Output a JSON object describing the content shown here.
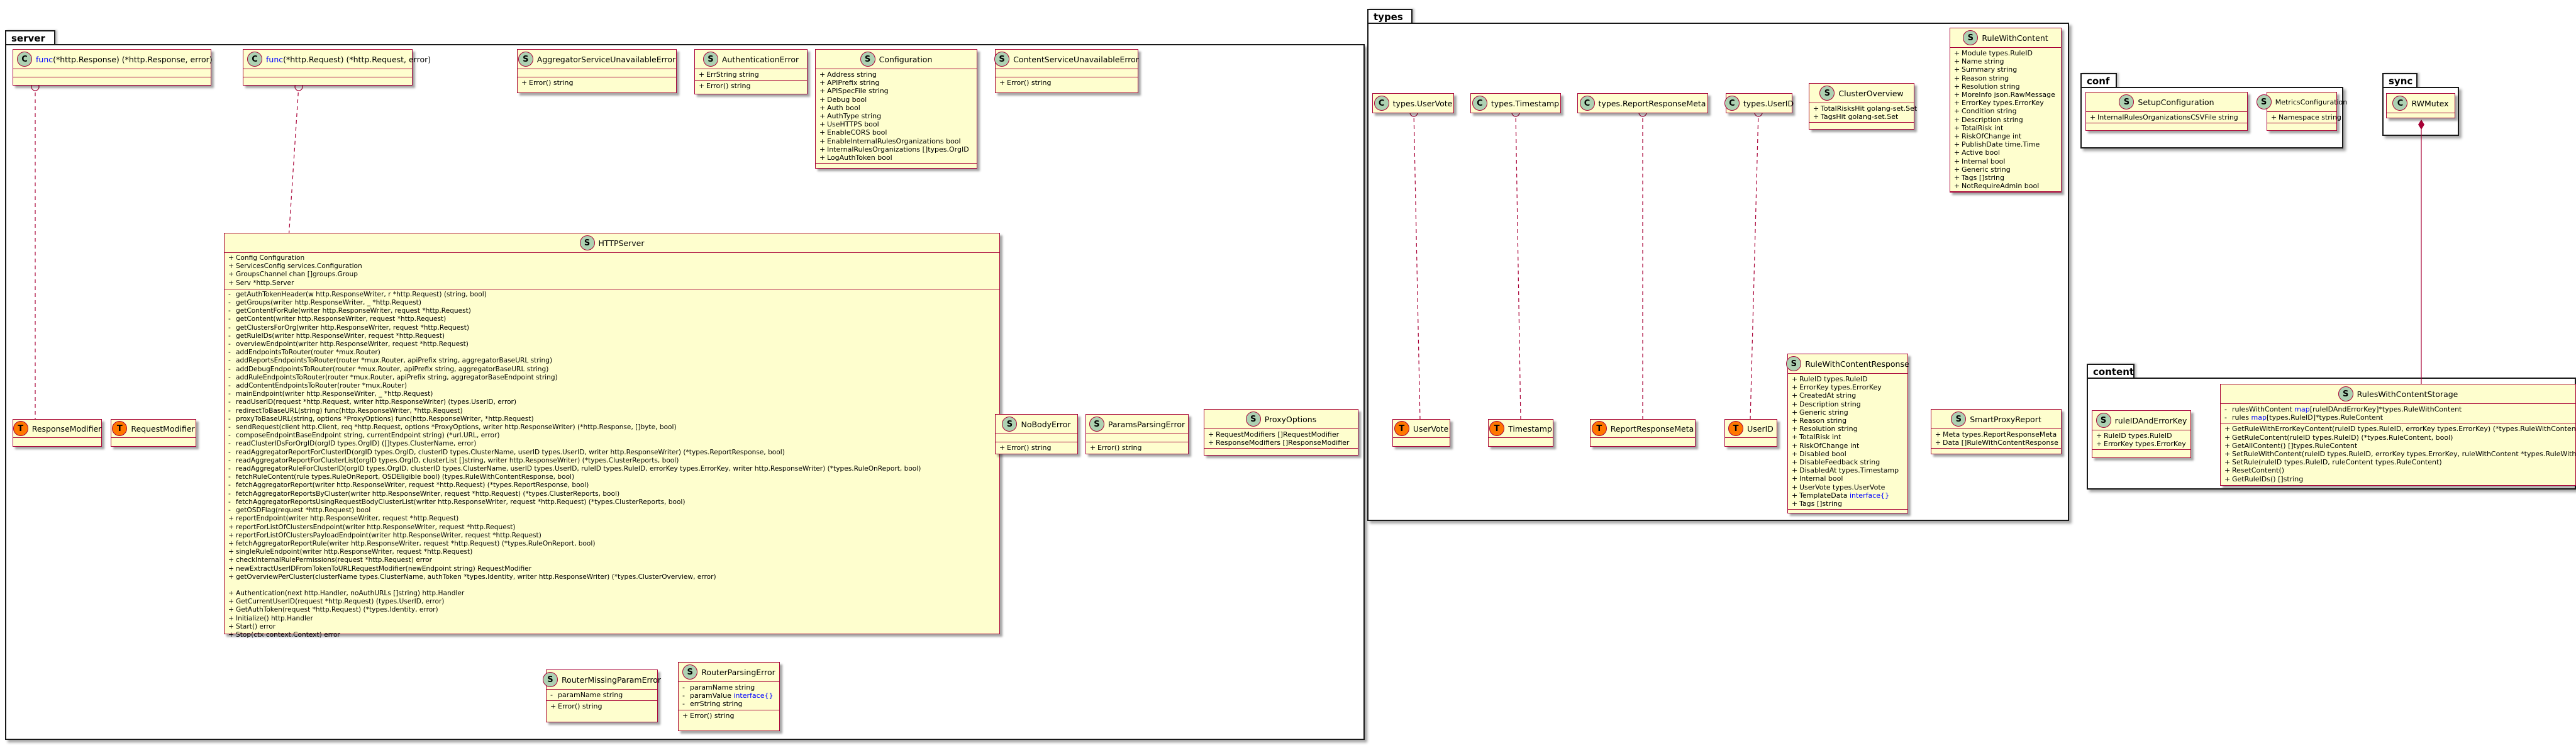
{
  "packages": {
    "server": "server",
    "types": "types",
    "conf": "conf",
    "sync": "sync",
    "content": "content"
  },
  "classes": {
    "func_response": {
      "title_kw": "func",
      "title_rest": "(*http.Response) (*http.Response, error)"
    },
    "func_request": {
      "title_kw": "func",
      "title_rest": "(*http.Request) (*http.Request, error)"
    },
    "aggregator_err": {
      "title": "AggregatorServiceUnavailableError",
      "methods": [
        "Error() string"
      ]
    },
    "auth_err": {
      "title": "AuthenticationError",
      "fields": [
        "ErrString string"
      ],
      "methods": [
        "Error() string"
      ]
    },
    "configuration": {
      "title": "Configuration",
      "fields": [
        "Address string",
        "APIPrefix string",
        "APISpecFile string",
        "Debug bool",
        "Auth bool",
        "AuthType string",
        "UseHTTPS bool",
        "EnableCORS bool",
        "EnableInternalRulesOrganizations bool",
        "InternalRulesOrganizations []types.OrgID",
        "LogAuthToken bool"
      ]
    },
    "content_err": {
      "title": "ContentServiceUnavailableError",
      "methods": [
        "Error() string"
      ]
    },
    "http_server": {
      "title": "HTTPServer",
      "fields": [
        "Config Configuration",
        "ServicesConfig services.Configuration",
        "GroupsChannel chan []groups.Group",
        "Serv *http.Server"
      ],
      "private_methods": [
        "getAuthTokenHeader(w http.ResponseWriter, r *http.Request) (string, bool)",
        "getGroups(writer http.ResponseWriter, _ *http.Request)",
        "getContentForRule(writer http.ResponseWriter, request *http.Request)",
        "getContent(writer http.ResponseWriter, request *http.Request)",
        "getClustersForOrg(writer http.ResponseWriter, request *http.Request)",
        "getRuleIDs(writer http.ResponseWriter, request *http.Request)",
        "overviewEndpoint(writer http.ResponseWriter, request *http.Request)",
        "addEndpointsToRouter(router *mux.Router)",
        "addReportsEndpointsToRouter(router *mux.Router, apiPrefix string, aggregatorBaseURL string)",
        "addDebugEndpointsToRouter(router *mux.Router, apiPrefix string, aggregatorBaseURL string)",
        "addRuleEndpointsToRouter(router *mux.Router, apiPrefix string, aggregatorBaseEndpoint string)",
        "addContentEndpointsToRouter(router *mux.Router)",
        "mainEndpoint(writer http.ResponseWriter, _ *http.Request)",
        "readUserID(request *http.Request, writer http.ResponseWriter) (types.UserID, error)",
        "redirectToBaseURL(string) func(http.ResponseWriter, *http.Request)",
        "proxyToBaseURL(string, options *ProxyOptions) func(http.ResponseWriter, *http.Request)",
        "sendRequest(client http.Client, req *http.Request, options *ProxyOptions, writer http.ResponseWriter) (*http.Response, []byte, bool)",
        "composeEndpointBaseEndpoint string, currentEndpoint string) (*url.URL, error)",
        "readClusterIDsForOrgID(orgID types.OrgID) ([]types.ClusterName, error)",
        "readAggregatorReportForClusterID(orgID types.OrgID, clusterID types.ClusterName, userID types.UserID, writer http.ResponseWriter) (*types.ReportResponse, bool)",
        "readAggregatorReportForClusterList(orgID types.OrgID, clusterList []string, writer http.ResponseWriter) (*types.ClusterReports, bool)",
        "readAggregatorRuleForClusterID(orgID types.OrgID, clusterID types.ClusterName, userID types.UserID, ruleID types.RuleID, errorKey types.ErrorKey, writer http.ResponseWriter) (*types.RuleOnReport, bool)",
        "fetchRuleContent(rule types.RuleOnReport, OSDEligible bool) (types.RuleWithContentResponse, bool)",
        "fetchAggregatorReport(writer http.ResponseWriter, request *http.Request) (*types.ReportResponse, bool)",
        "fetchAggregatorReportsByCluster(writer http.ResponseWriter, request *http.Request) (*types.ClusterReports, bool)",
        "fetchAggregatorReportsUsingRequestBodyClusterList(writer http.ResponseWriter, request *http.Request) (*types.ClusterReports, bool)",
        "getOSDFlag(request *http.Request) bool"
      ],
      "methods_a": [
        "reportEndpoint(writer http.ResponseWriter, request *http.Request)",
        "reportForListOfClustersEndpoint(writer http.ResponseWriter, request *http.Request)",
        "reportForListOfClustersPayloadEndpoint(writer http.ResponseWriter, request *http.Request)",
        "fetchAggregatorReportRule(writer http.ResponseWriter, request *http.Request) (*types.RuleOnReport, bool)",
        "singleRuleEndpoint(writer http.ResponseWriter, request *http.Request)",
        "checkInternalRulePermissions(request *http.Request) error",
        "newExtractUserIDFromTokenToURLRequestModifier(newEndpoint string) RequestModifier",
        "getOverviewPerCluster(clusterName types.ClusterName, authToken *types.Identity, writer http.ResponseWriter) (*types.ClusterOverview, error)"
      ],
      "methods_b": [
        "Authentication(next http.Handler, noAuthURLs []string) http.Handler",
        "GetCurrentUserID(request *http.Request) (types.UserID, error)",
        "GetAuthToken(request *http.Request) (*types.Identity, error)",
        "Initialize() http.Handler",
        "Start() error",
        "Stop(ctx context.Context) error"
      ]
    },
    "response_modifier": {
      "title": "ResponseModifier"
    },
    "request_modifier": {
      "title": "RequestModifier"
    },
    "nobody_err": {
      "title": "NoBodyError",
      "methods": [
        "Error() string"
      ]
    },
    "params_err": {
      "title": "ParamsParsingError",
      "methods": [
        "Error() string"
      ]
    },
    "proxy_options": {
      "title": "ProxyOptions",
      "fields": [
        "RequestModifiers []RequestModifier",
        "ResponseModifiers []ResponseModifier"
      ]
    },
    "router_missing": {
      "title": "RouterMissingParamError",
      "fields": [
        "paramName string"
      ],
      "methods": [
        "Error() string"
      ]
    },
    "router_parsing": {
      "title": "RouterParsingError",
      "fields": [
        "paramName string",
        "paramValue ",
        "errString string"
      ],
      "field_kw": "interface{}",
      "methods": [
        "Error() string"
      ]
    },
    "types_uservote": {
      "title": "types.UserVote"
    },
    "types_timestamp": {
      "title": "types.Timestamp"
    },
    "types_reportmeta": {
      "title": "types.ReportResponseMeta"
    },
    "types_userid": {
      "title": "types.UserID"
    },
    "cluster_overview": {
      "title": "ClusterOverview",
      "fields": [
        "TotalRisksHit golang-set.Set",
        "TagsHit golang-set.Set"
      ]
    },
    "rule_with_content": {
      "title": "RuleWithContent",
      "fields": [
        "Module types.RuleID",
        "Name string",
        "Summary string",
        "Reason string",
        "Resolution string",
        "MoreInfo json.RawMessage",
        "ErrorKey types.ErrorKey",
        "Condition string",
        "Description string",
        "TotalRisk int",
        "RiskOfChange int",
        "PublishDate time.Time",
        "Active bool",
        "Internal bool",
        "Generic string",
        "Tags []string",
        "NotRequireAdmin bool"
      ]
    },
    "uservote": {
      "title": "UserVote"
    },
    "timestamp": {
      "title": "Timestamp"
    },
    "reportmeta": {
      "title": "ReportResponseMeta"
    },
    "userid": {
      "title": "UserID"
    },
    "rwc_response": {
      "title": "RuleWithContentResponse",
      "fields": [
        "RuleID types.RuleID",
        "ErrorKey types.ErrorKey",
        "CreatedAt string",
        "Description string",
        "Generic string",
        "Reason string",
        "Resolution string",
        "TotalRisk int",
        "RiskOfChange int",
        "Disabled bool",
        "DisableFeedback string",
        "DisabledAt types.Timestamp",
        "Internal bool",
        "UserVote types.UserVote",
        "TemplateData ",
        "Tags []string"
      ],
      "field_kw": "interface{}"
    },
    "smart_proxy_report": {
      "title": "SmartProxyReport",
      "fields": [
        "Meta types.ReportResponseMeta",
        "Data []RuleWithContentResponse"
      ]
    },
    "setup_conf": {
      "title": "SetupConfiguration",
      "fields": [
        "InternalRulesOrganizationsCSVFile string"
      ]
    },
    "metrics_conf": {
      "title": "MetricsConfiguration",
      "fields": [
        "Namespace string"
      ]
    },
    "rwmutex": {
      "title": "RWMutex"
    },
    "rule_id_error_key": {
      "title": "ruleIDAndErrorKey",
      "fields": [
        "RuleID types.RuleID",
        "ErrorKey types.ErrorKey"
      ]
    },
    "rules_storage": {
      "title": "RulesWithContentStorage",
      "fields_kw": "map",
      "fields": [
        "rulesWithContent ",
        "[ruleIDAndErrorKey]*types.RuleWithContent",
        "rules ",
        "[types.RuleID]*types.RuleContent"
      ],
      "methods": [
        "GetRuleWithErrorKeyContent(ruleID types.RuleID, errorKey types.ErrorKey) (*types.RuleWithContent, bool)",
        "GetRuleContent(ruleID types.RuleID) (*types.RuleContent, bool)",
        "GetAllContent() []types.RuleContent",
        "SetRuleWithContent(ruleID types.RuleID, errorKey types.ErrorKey, ruleWithContent *types.RuleWithContent)",
        "SetRule(ruleID types.RuleID, ruleContent types.RuleContent)",
        "ResetContent()",
        "GetRuleIDs() []string"
      ]
    }
  },
  "badges": {
    "struct": "S",
    "class": "C",
    "type": "T"
  },
  "colors": {
    "class_fill": "#FEFECE",
    "class_border": "#A80036",
    "badge_struct": "#ADD1B2",
    "badge_type": "#FF7700",
    "keyword": "#0000ff",
    "edge": "#A80036"
  },
  "visibility": {
    "public": "+",
    "private": "-",
    "protected": "#"
  }
}
